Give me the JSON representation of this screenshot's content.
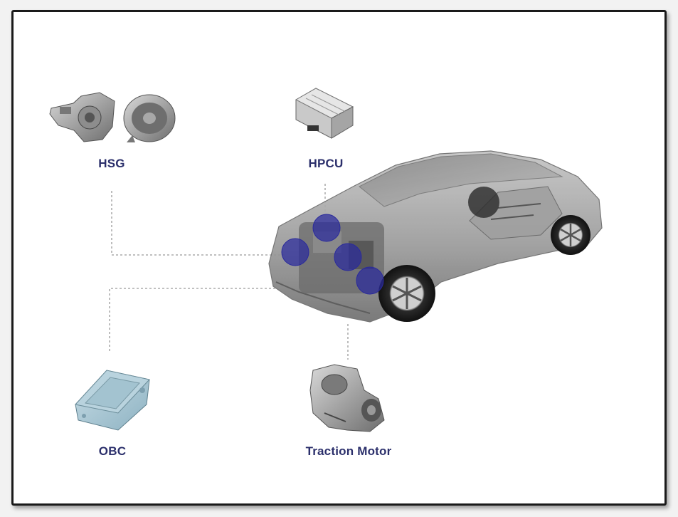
{
  "diagram": {
    "components": [
      {
        "id": "hsg",
        "label": "HSG"
      },
      {
        "id": "hpcu",
        "label": "HPCU"
      },
      {
        "id": "obc",
        "label": "OBC"
      },
      {
        "id": "traction",
        "label": "Traction Motor"
      }
    ],
    "colors": {
      "label": "#2b2f6b",
      "connector": "#9a9a9a",
      "highlight": "#2a2a9c",
      "car_body": "#9a9a9a",
      "obc_part": "#a9c6d3"
    },
    "icons": [
      "hsg-part-icon",
      "hpcu-part-icon",
      "obc-part-icon",
      "traction-motor-part-icon",
      "car-illustration"
    ]
  }
}
